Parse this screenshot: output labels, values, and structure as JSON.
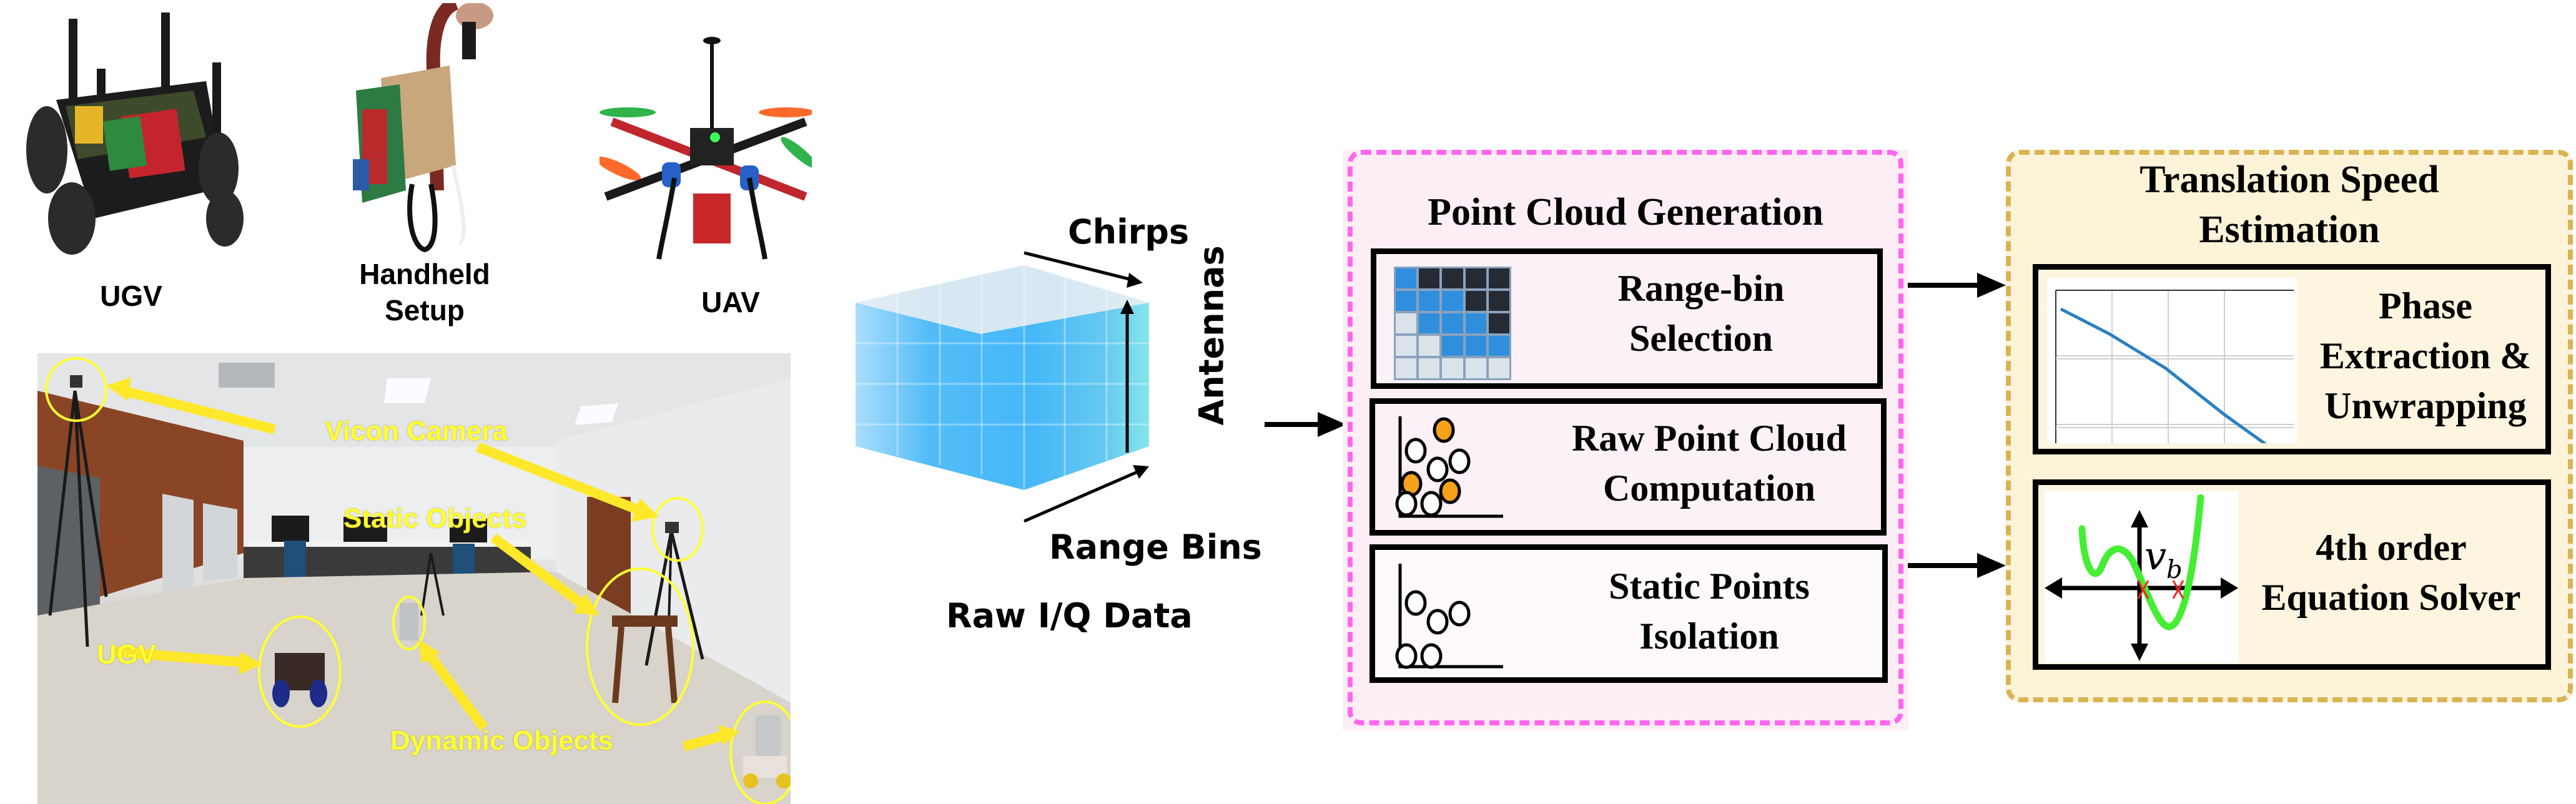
{
  "platforms": {
    "ugv": {
      "label": "UGV",
      "icon": "ugv-robot-photo"
    },
    "handheld": {
      "label_line1": "Handheld",
      "label_line2": "Setup",
      "icon": "handheld-radar-photo"
    },
    "uav": {
      "label": "UAV",
      "icon": "quadcopter-drone-photo"
    }
  },
  "room_photo": {
    "labels": {
      "vicon_camera": "Vicon Camera",
      "static_objects": "Static Objects",
      "ugv": "UGV",
      "dynamic_objects": "Dynamic Objects"
    },
    "annotation_color": "#ffff33"
  },
  "raw_data": {
    "axis_chirps": "Chirps",
    "axis_antennas": "Antennas",
    "axis_range_bins": "Range Bins",
    "caption": "Raw I/Q Data",
    "cube_color": "#3db6f5"
  },
  "point_cloud_generation": {
    "title": "Point Cloud Generation",
    "border_color": "#ff66ee",
    "background_color": "#fdeef6",
    "steps": [
      {
        "line1": "Range-bin",
        "line2": "Selection",
        "icon": "range-bin-grid-icon"
      },
      {
        "line1": "Raw Point Cloud",
        "line2": "Computation",
        "icon": "scatter-points-icon"
      },
      {
        "line1": "Static Points",
        "line2": "Isolation",
        "icon": "static-points-icon"
      }
    ],
    "range_bin_grid": [
      [
        "blue",
        "dark",
        "dark",
        "dark",
        "dark"
      ],
      [
        "blue",
        "blue",
        "blue",
        "dark",
        "dark"
      ],
      [
        "light",
        "blue",
        "blue",
        "blue",
        "dark"
      ],
      [
        "light",
        "light",
        "blue",
        "blue",
        "blue"
      ],
      [
        "light",
        "light",
        "light",
        "light",
        "light"
      ]
    ],
    "grid_colors": {
      "blue": "#2f8fdc",
      "dark": "#262a35",
      "light": "#dbe3ea"
    },
    "highlight_color": "#f5a11a"
  },
  "translation_speed_estimation": {
    "title_line1": "Translation Speed",
    "title_line2": "Estimation",
    "border_color": "#d8b452",
    "background_color": "#fdf3d9",
    "steps": [
      {
        "line1": "Phase",
        "line2": "Extraction &",
        "line3": "Unwrapping",
        "icon": "phase-plot-icon"
      },
      {
        "line1": "4th order",
        "line2": "Equation Solver",
        "icon": "polynomial-roots-icon",
        "symbol": "v",
        "subscript": "b"
      }
    ],
    "curve_color": "#44ee33",
    "root_marker_color": "#ff2222",
    "phase_line_color": "#2a7fc0"
  }
}
